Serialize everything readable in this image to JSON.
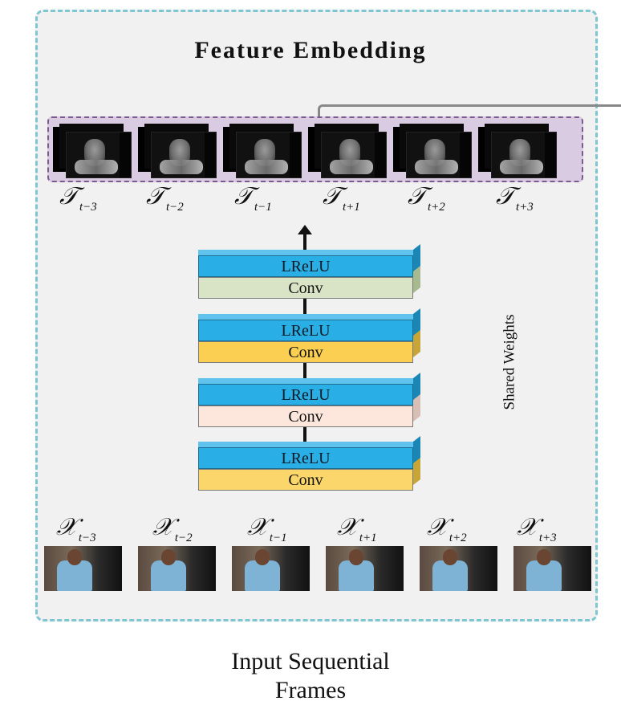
{
  "title": "Feature Embedding",
  "feature_maps": [
    {
      "symbol": "𝒯",
      "sub": "t−3"
    },
    {
      "symbol": "𝒯",
      "sub": "t−2"
    },
    {
      "symbol": "𝒯",
      "sub": "t−1"
    },
    {
      "symbol": "𝒯",
      "sub": "t+1"
    },
    {
      "symbol": "𝒯",
      "sub": "t+2"
    },
    {
      "symbol": "𝒯",
      "sub": "t+3"
    }
  ],
  "blocks": [
    {
      "top": "LReLU",
      "bottom": "Conv",
      "color": "#d9e4c6"
    },
    {
      "top": "LReLU",
      "bottom": "Conv",
      "color": "#fbcf52"
    },
    {
      "top": "LReLU",
      "bottom": "Conv",
      "color": "#fde7dd"
    },
    {
      "top": "LReLU",
      "bottom": "Conv",
      "color": "#fbd66b"
    }
  ],
  "shared_label": "Shared Weights",
  "inputs": [
    {
      "symbol": "𝒳",
      "sub": "t−3"
    },
    {
      "symbol": "𝒳",
      "sub": "t−2"
    },
    {
      "symbol": "𝒳",
      "sub": "t−1"
    },
    {
      "symbol": "𝒳",
      "sub": "t+1"
    },
    {
      "symbol": "𝒳",
      "sub": "t+2"
    },
    {
      "symbol": "𝒳",
      "sub": "t+3"
    }
  ],
  "caption_line1": "Input Sequential",
  "caption_line2": "Frames"
}
